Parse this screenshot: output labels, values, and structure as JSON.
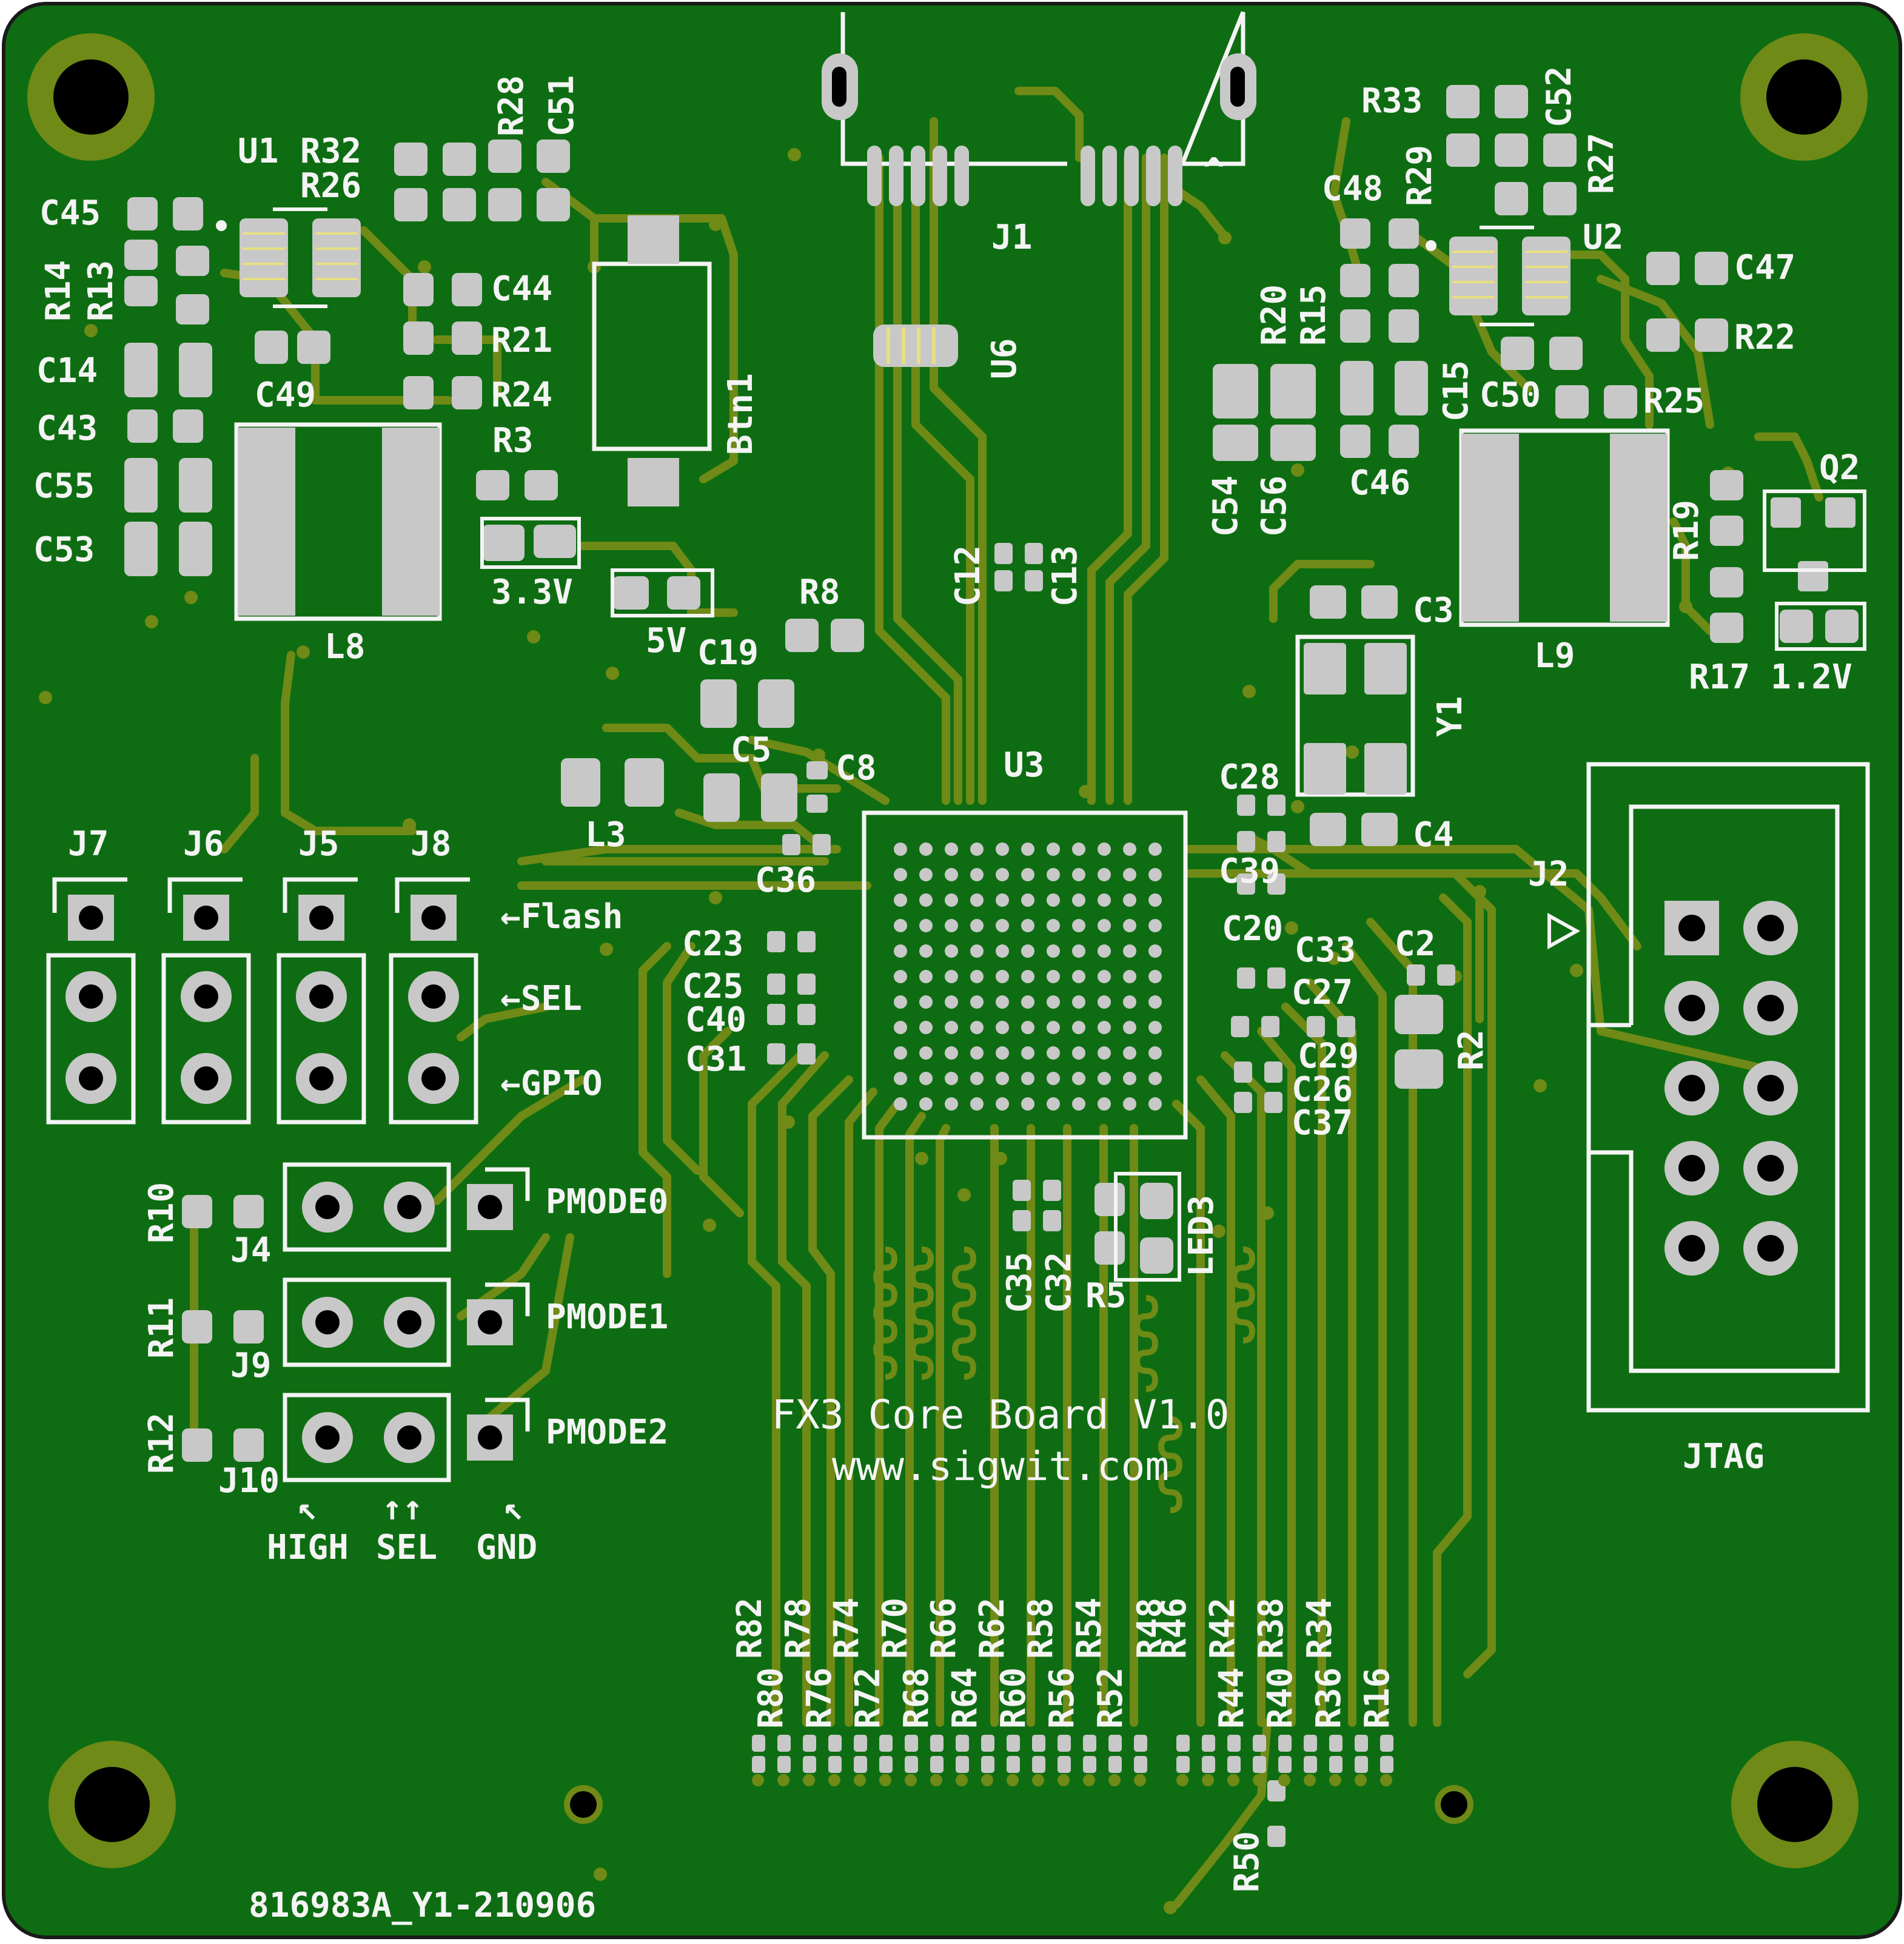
{
  "colors": {
    "board": "#0e6d12",
    "trace": "#6f8a16",
    "pad": "#c8c8c8",
    "silk": "#f4f4f4",
    "mount_ring": "#6f8a16",
    "hole": "#000000"
  },
  "board": {
    "title_line1": "FX3 Core Board V1.0",
    "title_line2": "www.sigwit.com",
    "serial": "816983A_Y1-210906"
  },
  "headers_top": [
    {
      "ref": "J7"
    },
    {
      "ref": "J6"
    },
    {
      "ref": "J5"
    },
    {
      "ref": "J8"
    }
  ],
  "header_rows": {
    "row1": "←Flash",
    "row2": "←SEL",
    "row3": "←GPIO"
  },
  "pmode": [
    {
      "ref": "R10",
      "jumper": "J4",
      "label": "PMODE0"
    },
    {
      "ref": "R11",
      "jumper": "J9",
      "label": "PMODE1"
    },
    {
      "ref": "R12",
      "jumper": "J10",
      "label": "PMODE2"
    }
  ],
  "pmode_legend": {
    "high": "HIGH",
    "sel": "SEL",
    "gnd": "GND",
    "arrow_high": "↖",
    "arrow_sel": "↑↑",
    "arrow_gnd": "↖"
  },
  "jtag": {
    "ref": "J2",
    "label": "JTAG"
  },
  "power_labels": {
    "v33": "3.3V",
    "v5": "5V",
    "v12": "1.2V"
  },
  "refdes": {
    "U1": "U1",
    "R32": "R32",
    "R26": "R26",
    "R28": "R28",
    "C51": "C51",
    "C45": "C45",
    "R14": "R14",
    "R13": "R13",
    "C14": "C14",
    "C43": "C43",
    "C55": "C55",
    "C53": "C53",
    "C49": "C49",
    "C44": "C44",
    "R21": "R21",
    "R24": "R24",
    "R3": "R3",
    "L8": "L8",
    "Btn1": "Btn1",
    "J1": "J1",
    "U6": "U6",
    "C12": "C12",
    "C13": "C13",
    "R8": "R8",
    "C19": "C19",
    "C5": "C5",
    "C8": "C8",
    "L3": "L3",
    "C36": "C36",
    "U3": "U3",
    "C23": "C23",
    "C25": "C25",
    "C40": "C40",
    "C31": "C31",
    "R33": "R33",
    "C52": "C52",
    "R29": "R29",
    "R27": "R27",
    "C48": "C48",
    "U2": "U2",
    "C47": "C47",
    "R22": "R22",
    "R20": "R20",
    "R15": "R15",
    "C15": "C15",
    "C50": "C50",
    "R25": "R25",
    "C54": "C54",
    "C56": "C56",
    "C46": "C46",
    "Q2": "Q2",
    "R19": "R19",
    "C3": "C3",
    "L9": "L9",
    "R17": "R17",
    "Y1": "Y1",
    "C28": "C28",
    "C4": "C4",
    "C39": "C39",
    "C20": "C20",
    "C33": "C33",
    "C2": "C2",
    "C27": "C27",
    "R2": "R2",
    "C29": "C29",
    "C26": "C26",
    "C37": "C37",
    "LED3": "LED3",
    "C35": "C35",
    "C32": "C32",
    "R5": "R5",
    "R50": "R50"
  },
  "bottom_res_top": [
    "R82",
    "R78",
    "R74",
    "R70",
    "R66",
    "R62",
    "R58",
    "R54",
    "R48",
    "R46",
    "R42",
    "R38",
    "R34"
  ],
  "bottom_res_bottom": [
    "R80",
    "R76",
    "R72",
    "R68",
    "R64",
    "R60",
    "R56",
    "R52",
    "R48",
    "R44",
    "R40",
    "R36",
    "R16"
  ]
}
